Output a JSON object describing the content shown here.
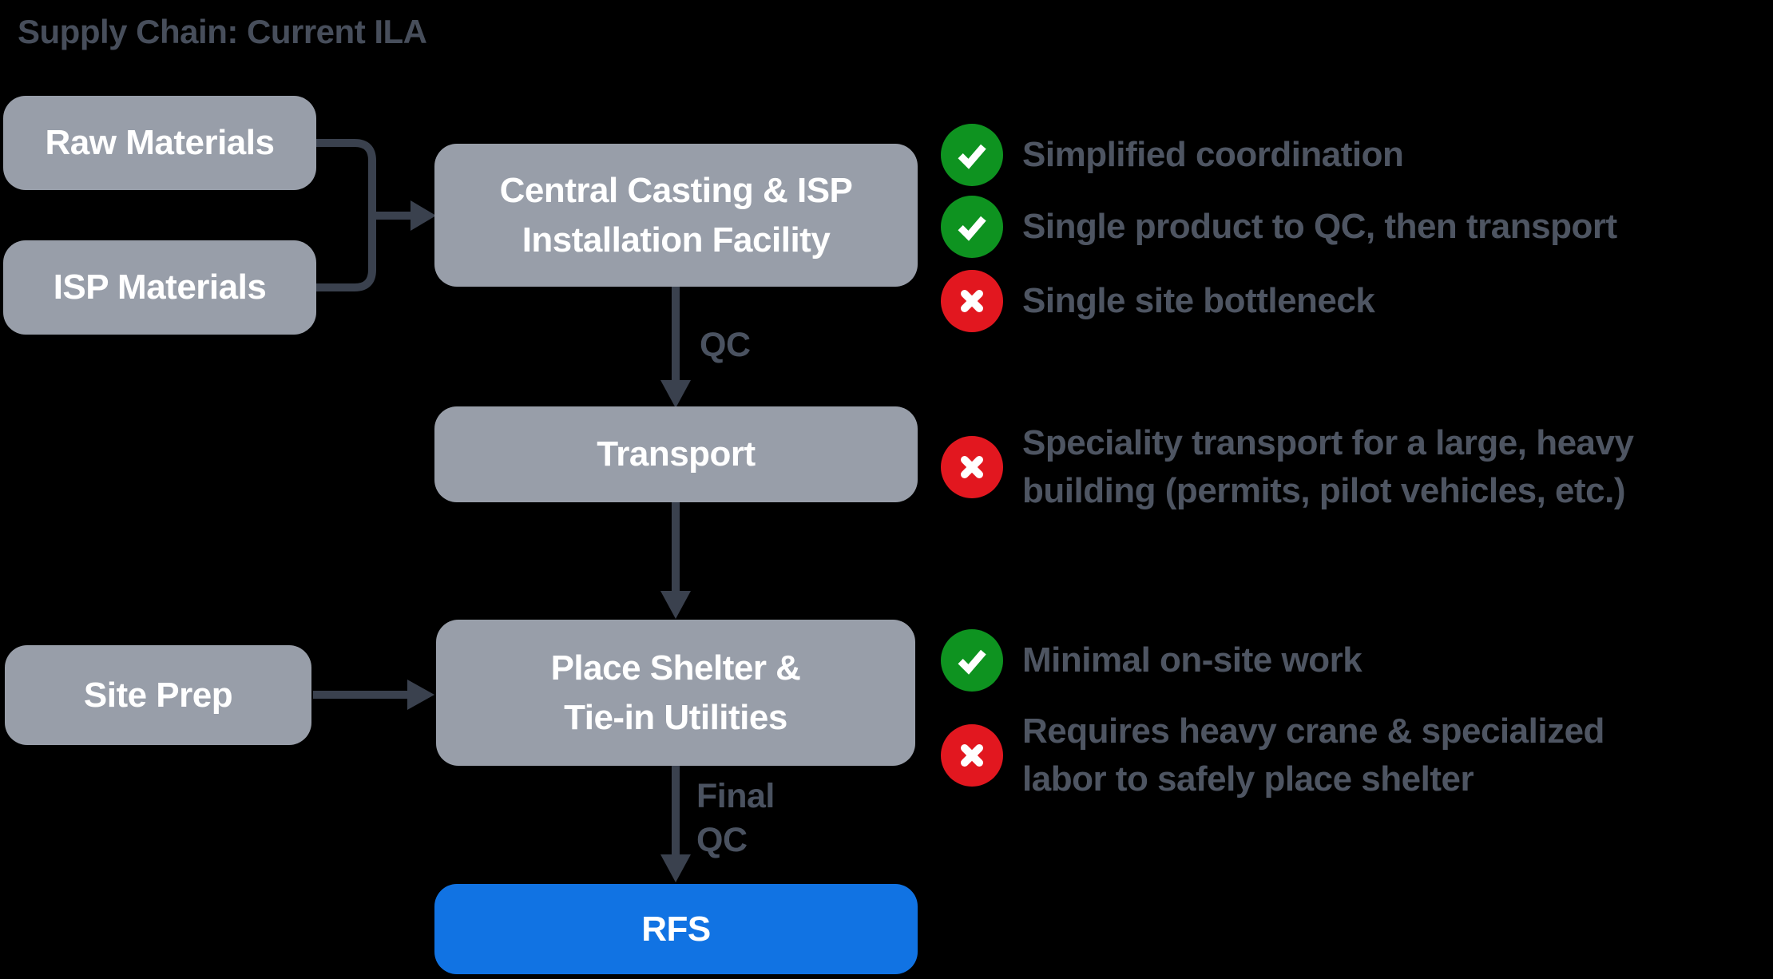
{
  "diagram": {
    "title": "Supply Chain: Current ILA",
    "nodes": {
      "raw_materials": {
        "label": "Raw Materials"
      },
      "isp_materials": {
        "label": "ISP Materials"
      },
      "central_facility": {
        "lines": [
          "Central Casting & ISP",
          "Installation Facility"
        ]
      },
      "transport": {
        "label": "Transport"
      },
      "site_prep": {
        "label": "Site Prep"
      },
      "place_shelter": {
        "lines": [
          "Place Shelter &",
          "Tie-in Utilities"
        ]
      },
      "rfs": {
        "label": "RFS"
      }
    },
    "edge_labels": {
      "qc": "QC",
      "final_qc": {
        "lines": [
          "Final",
          "QC"
        ]
      }
    },
    "annotations": [
      {
        "icon": "check-icon",
        "lines": [
          "Simplified coordination"
        ]
      },
      {
        "icon": "check-icon",
        "lines": [
          "Single product to QC, then transport"
        ]
      },
      {
        "icon": "cross-icon",
        "lines": [
          "Single site bottleneck"
        ]
      },
      {
        "icon": "cross-icon",
        "lines": [
          "Speciality transport for a large, heavy",
          "building (permits, pilot vehicles, etc.)"
        ]
      },
      {
        "icon": "check-icon",
        "lines": [
          "Minimal on-site work"
        ]
      },
      {
        "icon": "cross-icon",
        "lines": [
          "Requires heavy crane & specialized",
          "labor to safely place shelter"
        ]
      }
    ]
  },
  "colors": {
    "background": "#000000",
    "node_fill": "#989EA9",
    "node_text": "#FFFFFF",
    "rfs_fill": "#1173E3",
    "connector": "#3A414E",
    "title_text": "#474E5B",
    "annotation_text": "#4E5562",
    "edge_label_text": "#4A5260",
    "check_green": "#0E9320",
    "cross_red": "#E2171F",
    "icon_glyph": "#FFFFFF"
  }
}
